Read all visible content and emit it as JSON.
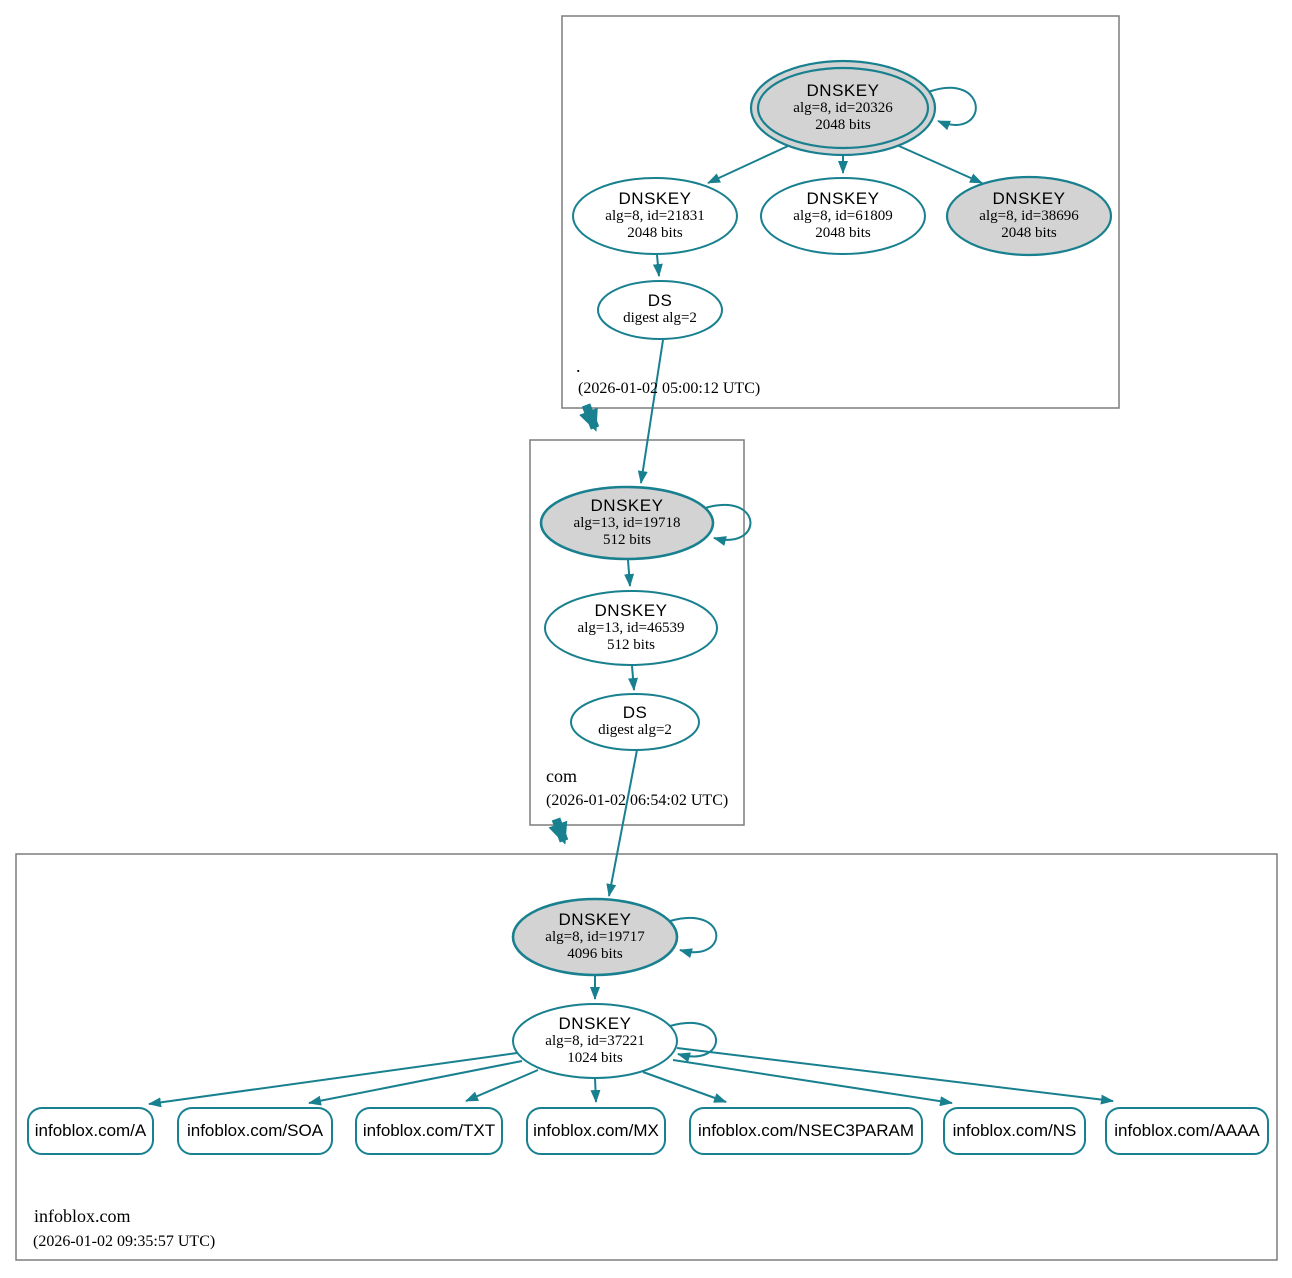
{
  "colors": {
    "edge_teal": "#18808f",
    "ksk_fill_gray": "#d3d3d3",
    "node_fill_white": "#ffffff",
    "zone_box_border": "#7d7d7d",
    "text": "#000000"
  },
  "zones": [
    {
      "name": ".",
      "timestamp": "(2026-01-02 05:00:12 UTC)",
      "nodes": {
        "ksk": {
          "title": "DNSKEY",
          "line2": "alg=8, id=20326",
          "line3": "2048 bits"
        },
        "zsk1": {
          "title": "DNSKEY",
          "line2": "alg=8, id=21831",
          "line3": "2048 bits"
        },
        "zsk2": {
          "title": "DNSKEY",
          "line2": "alg=8, id=61809",
          "line3": "2048 bits"
        },
        "zsk3": {
          "title": "DNSKEY",
          "line2": "alg=8, id=38696",
          "line3": "2048 bits"
        },
        "ds": {
          "title": "DS",
          "line2": "digest alg=2"
        }
      }
    },
    {
      "name": "com",
      "timestamp": "(2026-01-02 06:54:02 UTC)",
      "nodes": {
        "ksk": {
          "title": "DNSKEY",
          "line2": "alg=13, id=19718",
          "line3": "512 bits"
        },
        "zsk": {
          "title": "DNSKEY",
          "line2": "alg=13, id=46539",
          "line3": "512 bits"
        },
        "ds": {
          "title": "DS",
          "line2": "digest alg=2"
        }
      }
    },
    {
      "name": "infoblox.com",
      "timestamp": "(2026-01-02 09:35:57 UTC)",
      "nodes": {
        "ksk": {
          "title": "DNSKEY",
          "line2": "alg=8, id=19717",
          "line3": "4096 bits"
        },
        "zsk": {
          "title": "DNSKEY",
          "line2": "alg=8, id=37221",
          "line3": "1024 bits"
        }
      },
      "rrsets": [
        {
          "label": "infoblox.com/A"
        },
        {
          "label": "infoblox.com/SOA"
        },
        {
          "label": "infoblox.com/TXT"
        },
        {
          "label": "infoblox.com/MX"
        },
        {
          "label": "infoblox.com/NSEC3PARAM"
        },
        {
          "label": "infoblox.com/NS"
        },
        {
          "label": "infoblox.com/AAAA"
        }
      ]
    }
  ]
}
